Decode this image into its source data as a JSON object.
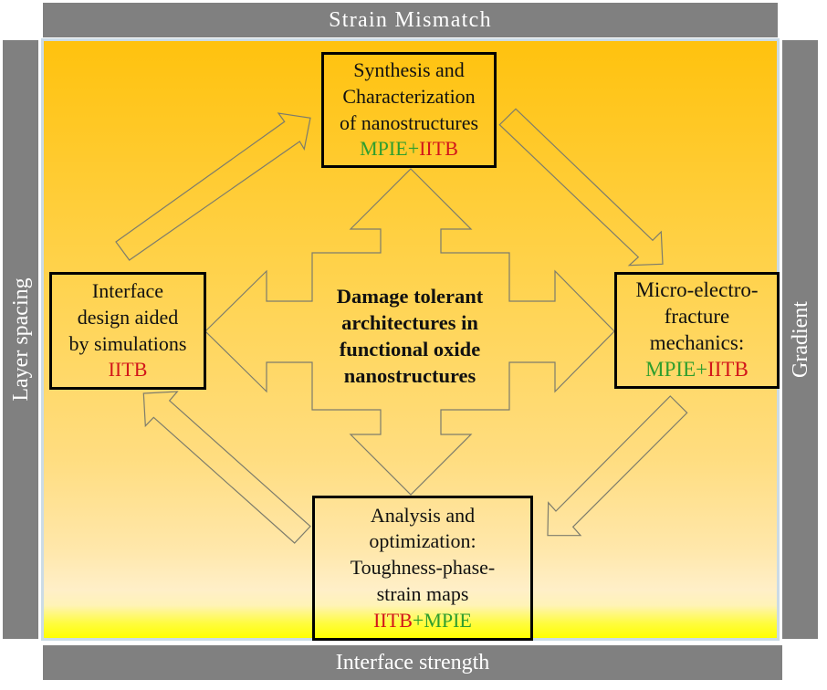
{
  "frame": {
    "top_label": "Strain Mismatch",
    "bottom_label": "Interface strength",
    "left_label": "Layer spacing",
    "right_label": "Gradient"
  },
  "center": {
    "lines": [
      "Damage tolerant",
      "architectures in",
      "functional oxide",
      "nanostructures"
    ]
  },
  "boxes": {
    "top": {
      "lines": [
        "Synthesis and",
        "Characterization",
        "of nanostructures"
      ],
      "partners": [
        {
          "text": "MPIE",
          "color": "#2e9e2e"
        },
        {
          "text": "+",
          "color": "#2e9e2e"
        },
        {
          "text": "IITB",
          "color": "#d2161a"
        }
      ]
    },
    "left": {
      "lines": [
        "Interface",
        "design aided",
        "by simulations"
      ],
      "partners": [
        {
          "text": "IITB",
          "color": "#d2161a"
        }
      ]
    },
    "right": {
      "lines": [
        "Micro-electro-",
        "fracture",
        "mechanics:"
      ],
      "partners": [
        {
          "text": "MPIE",
          "color": "#2e9e2e"
        },
        {
          "text": "+",
          "color": "#2e9e2e"
        },
        {
          "text": "IITB",
          "color": "#d2161a"
        }
      ]
    },
    "bottom": {
      "lines": [
        "Analysis and",
        "optimization:",
        "Toughness-phase-",
        "strain maps"
      ],
      "partners": [
        {
          "text": "IITB",
          "color": "#d2161a"
        },
        {
          "text": "+",
          "color": "#2e9e2e"
        },
        {
          "text": "MPIE",
          "color": "#2e9e2e"
        }
      ]
    }
  },
  "colors": {
    "frame_gray": "#808080",
    "panel_top": "#FFC20E",
    "panel_bottom": "#FFFF00",
    "panel_border": "#cbdbe6",
    "arrow_outline": "#7d7c6c",
    "mpie_green": "#2e9e2e",
    "iitb_red": "#d2161a"
  }
}
